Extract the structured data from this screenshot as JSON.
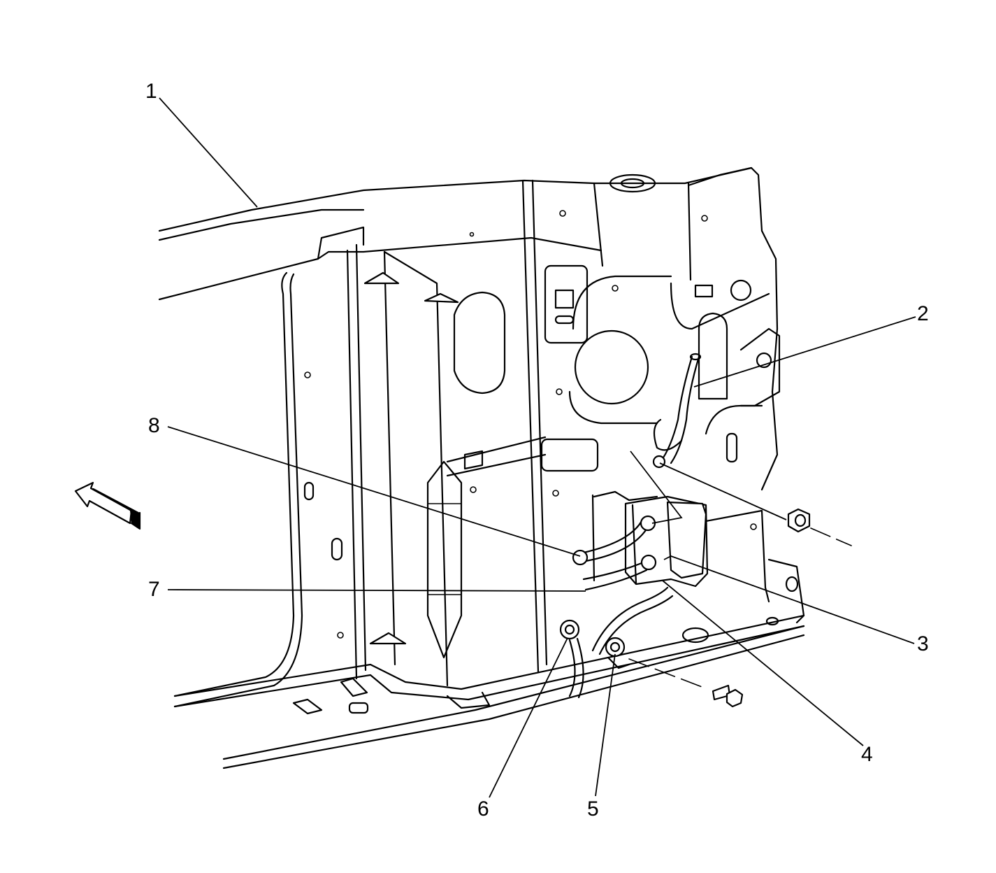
{
  "diagram": {
    "callouts": [
      {
        "id": "1",
        "text": "1"
      },
      {
        "id": "2",
        "text": "2"
      },
      {
        "id": "3",
        "text": "3"
      },
      {
        "id": "4",
        "text": "4"
      },
      {
        "id": "5",
        "text": "5"
      },
      {
        "id": "6",
        "text": "6"
      },
      {
        "id": "7",
        "text": "7"
      },
      {
        "id": "8",
        "text": "8"
      }
    ],
    "components": [
      "front-view-arrow",
      "radiator-support-panel",
      "wiring-harness",
      "nut",
      "bolt",
      "junction-block",
      "ground-terminals"
    ]
  }
}
